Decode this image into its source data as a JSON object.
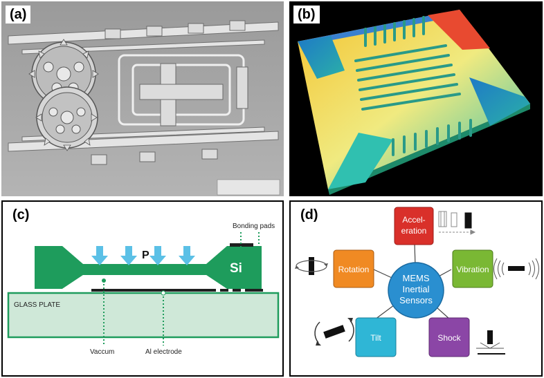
{
  "panels": {
    "a": {
      "label": "(a)"
    },
    "b": {
      "label": "(b)"
    },
    "c": {
      "label": "(c)",
      "bonding_pads": "Bonding pads",
      "pressure": "P",
      "silicon": "Si",
      "glass": "GLASS PLATE",
      "vacuum": "Vaccum",
      "electrode": "Al electrode",
      "colors": {
        "silicon": "#1e9c5c",
        "glass": "#cfe8d8",
        "arrow": "#5bc0e6"
      }
    },
    "d": {
      "label": "(d)",
      "center": [
        "MEMS",
        "Inertial",
        "Sensors"
      ],
      "acceleration": [
        "Accel-",
        "eration"
      ],
      "vibration": "Vibration",
      "rotation": "Rotation",
      "tilt": "Tilt",
      "shock": "Shock",
      "colors": {
        "center": "#2a8fd0",
        "acceleration": "#d9302a",
        "vibration": "#7ab834",
        "rotation": "#f08a23",
        "tilt": "#2fb6d6",
        "shock": "#8b46a6"
      }
    }
  }
}
